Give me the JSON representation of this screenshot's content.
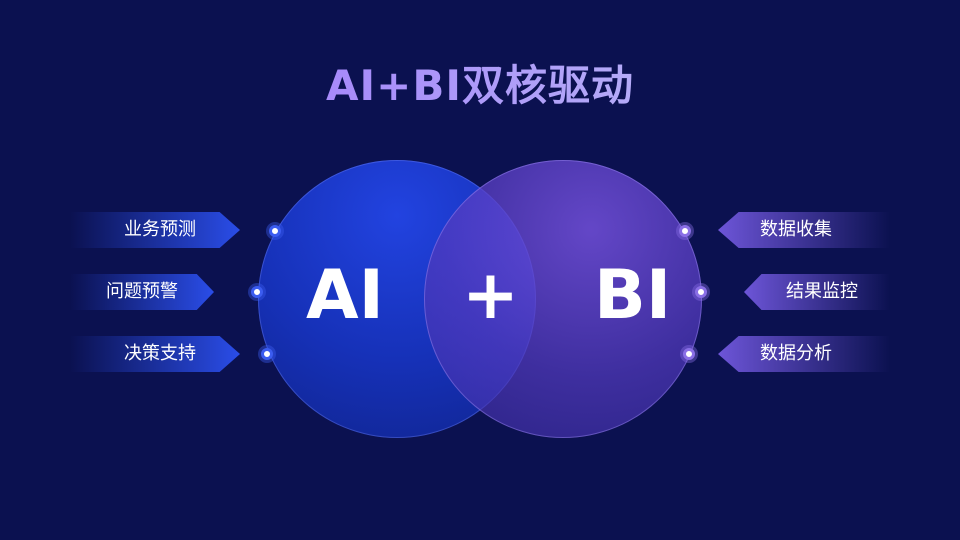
{
  "title": "AI+BI双核驱动",
  "center": {
    "left": "AI",
    "plus": "+",
    "right": "BI"
  },
  "left_items": [
    "业务预测",
    "问题预警",
    "决策支持"
  ],
  "right_items": [
    "数据收集",
    "结果监控",
    "数据分析"
  ],
  "colors": {
    "background": "#0b1150",
    "ai_circle": "#1631b8",
    "bi_circle": "#523abe"
  }
}
